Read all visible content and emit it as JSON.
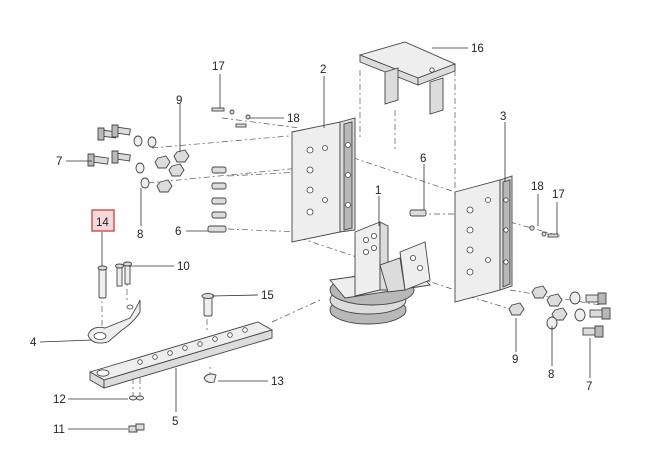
{
  "diagram": {
    "highlighted_part": "14",
    "highlight_color": "#d24a4a",
    "labels": {
      "p1": "1",
      "p2": "2",
      "p3": "3",
      "p4": "4",
      "p5": "5",
      "p6a": "6",
      "p6b": "6",
      "p7a": "7",
      "p7b": "7",
      "p8a": "8",
      "p8b": "8",
      "p9a": "9",
      "p9b": "9",
      "p10": "10",
      "p11": "11",
      "p12": "12",
      "p13": "13",
      "p14": "14",
      "p15": "15",
      "p16": "16",
      "p17a": "17",
      "p17b": "17",
      "p18a": "18",
      "p18b": "18"
    }
  }
}
